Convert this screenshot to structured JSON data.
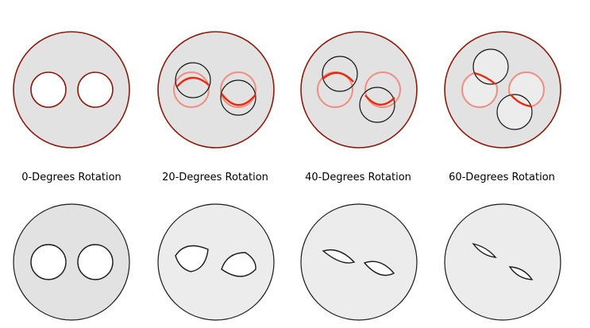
{
  "colors": {
    "disc_fill_base": "#e2e2e2",
    "disc_fill_light": "#ececec",
    "hole_fill": "#ffffff",
    "stroke_dark": "#1a1a1a",
    "arc_red": "#e82a0c",
    "circle_salmon": "#ef8e82"
  },
  "top_row": {
    "panels": [
      {
        "label": "0-Degrees Rotation",
        "rotation_deg": 0
      },
      {
        "label": "20-Degrees Rotation",
        "rotation_deg": 20
      },
      {
        "label": "40-Degrees Rotation",
        "rotation_deg": 40
      },
      {
        "label": "60-Degrees Rotation",
        "rotation_deg": 60
      }
    ]
  },
  "bottom_row": {
    "panels": [
      {
        "shape": "circle-holes"
      },
      {
        "shape": "lens-holes"
      },
      {
        "shape": "lens-holes"
      },
      {
        "shape": "lens-holes"
      }
    ]
  }
}
